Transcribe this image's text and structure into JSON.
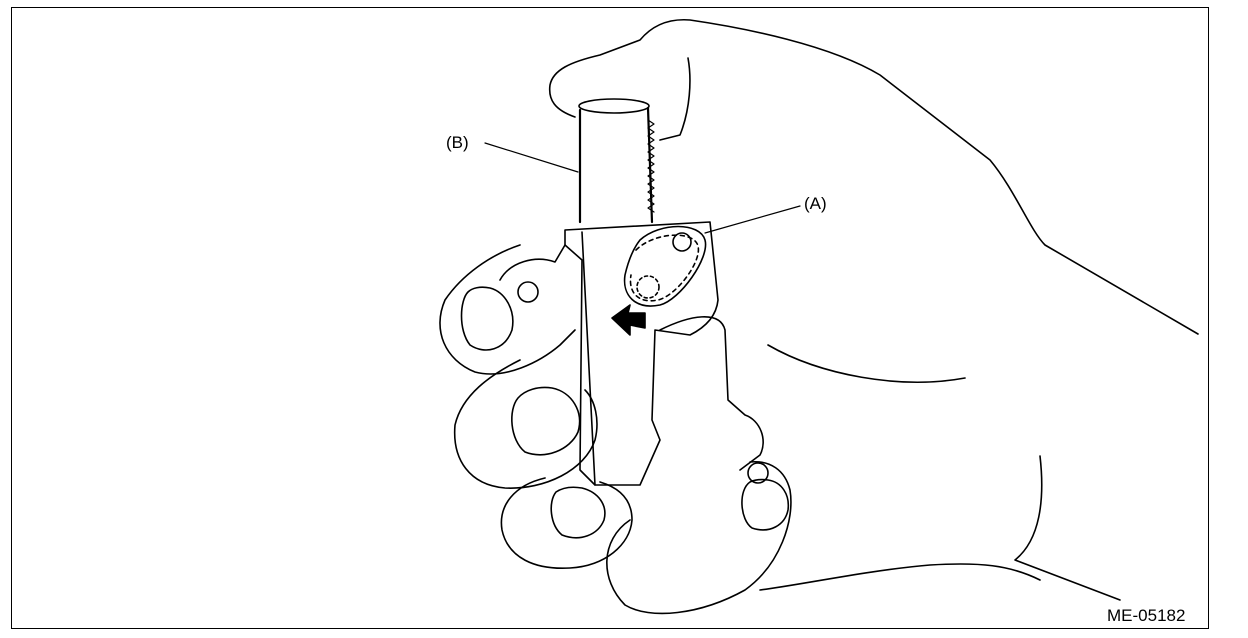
{
  "figure": {
    "id": "ME-05182",
    "callouts": {
      "a": "(A)",
      "b": "(B)"
    }
  },
  "colors": {
    "line": "#000000",
    "background": "#ffffff"
  }
}
